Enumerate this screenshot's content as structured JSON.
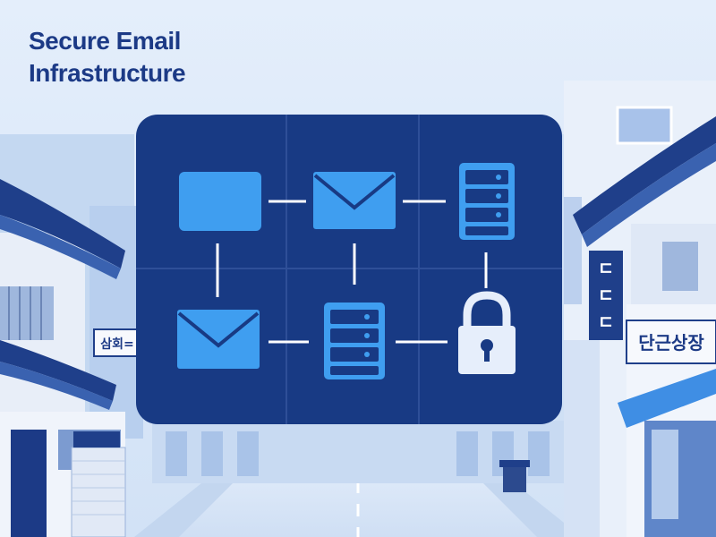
{
  "header": {
    "title_line1": "Secure Email",
    "title_line2": "Infrastructure"
  },
  "signs": {
    "left_shop": "삼회=",
    "right_vertical": [
      "ㄷ",
      "ㄷ",
      "ㄷ"
    ],
    "right_shop": "단근상장"
  },
  "diagram": {
    "nodes": [
      {
        "id": "n1",
        "icon": "mailbox-icon"
      },
      {
        "id": "n2",
        "icon": "envelope-icon"
      },
      {
        "id": "n3",
        "icon": "server-icon"
      },
      {
        "id": "n4",
        "icon": "envelope-icon"
      },
      {
        "id": "n5",
        "icon": "server-icon"
      },
      {
        "id": "n6",
        "icon": "padlock-icon"
      }
    ]
  },
  "colors": {
    "sky": "#dde9f8",
    "panel": "#183a84",
    "icon": "#3f9ef0",
    "title": "#1c3a86",
    "roof": "#1f3f8a"
  }
}
